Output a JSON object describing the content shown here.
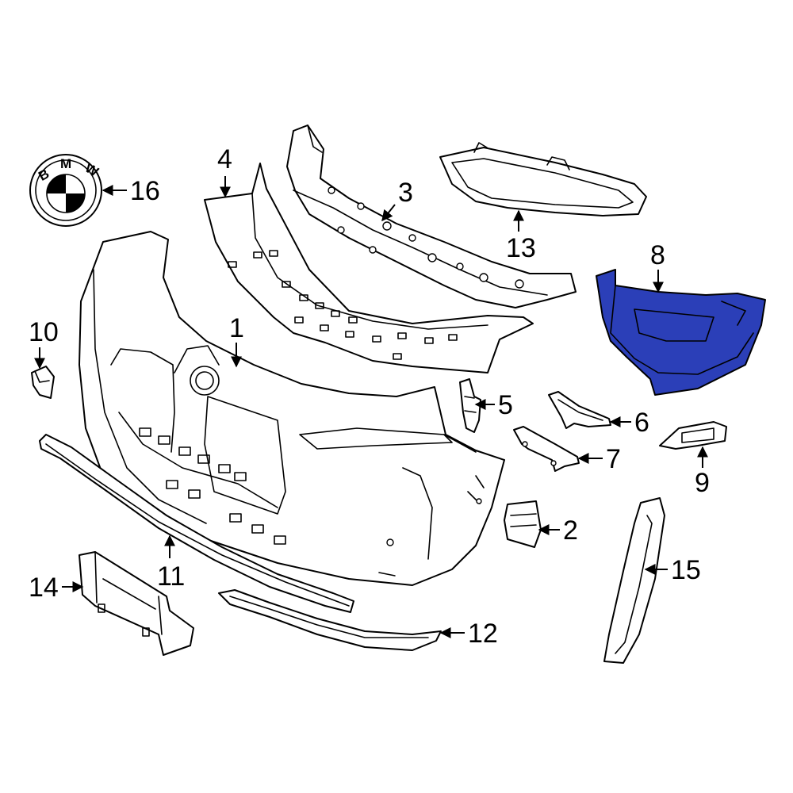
{
  "colors": {
    "line": "#000000",
    "background": "#ffffff",
    "highlight_fill": "#2b3fb8"
  },
  "highlighted_part": "8",
  "emblem": {
    "letters": [
      "B",
      "M",
      "W"
    ]
  },
  "callouts": {
    "c1": "1",
    "c2": "2",
    "c3": "3",
    "c4": "4",
    "c5": "5",
    "c6": "6",
    "c7": "7",
    "c8": "8",
    "c9": "9",
    "c10": "10",
    "c11": "11",
    "c12": "12",
    "c13": "13",
    "c14": "14",
    "c15": "15",
    "c16": "16"
  }
}
